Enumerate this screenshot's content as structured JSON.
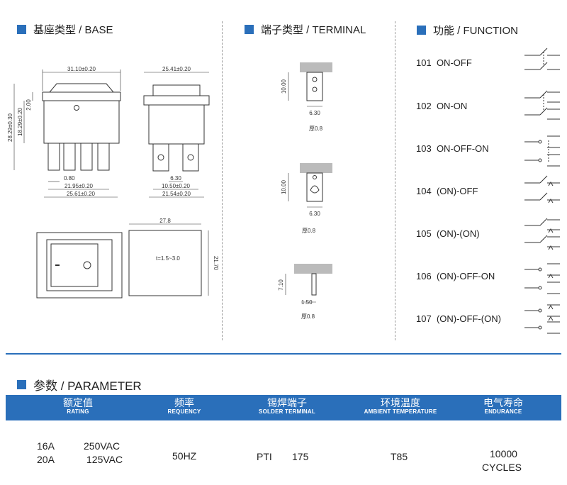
{
  "sections": {
    "base": "基座类型 / BASE",
    "terminal": "端子类型 / TERMINAL",
    "function": "功能 / FUNCTION",
    "parameter": "参数 / PARAMETER"
  },
  "base_dims": {
    "front_width": "31.10±0.20",
    "side_width": "25.41±0.20",
    "overall_height": "28.29±0.30",
    "body_height": "18.29±0.20",
    "flange": "2.00",
    "gap": "0.80",
    "front_w2": "21.95±0.20",
    "front_w3": "25.61±0.20",
    "term_w": "6.30",
    "side_w2": "10.50±0.20",
    "side_w3": "21.54±0.20",
    "cutout_w": "27.8",
    "cutout_h": "21.70",
    "panel_t": "t=1.5~3.0"
  },
  "terminals": [
    {
      "height": "10.00",
      "width": "6.30",
      "thickness": "厚0.8"
    },
    {
      "height": "10.00",
      "width": "6.30",
      "thickness": "厚0.8"
    },
    {
      "height": "7.10",
      "width": "1.50",
      "thickness": "厚0.8"
    }
  ],
  "functions": [
    {
      "code": "101",
      "name": "ON-OFF"
    },
    {
      "code": "102",
      "name": "ON-ON"
    },
    {
      "code": "103",
      "name": "ON-OFF-ON"
    },
    {
      "code": "104",
      "name": "(ON)-OFF"
    },
    {
      "code": "105",
      "name": "(ON)-(ON)"
    },
    {
      "code": "106",
      "name": " (ON)-OFF-ON"
    },
    {
      "code": "107",
      "name": "(ON)-OFF-(ON)"
    }
  ],
  "parameter": {
    "headers": [
      {
        "zh": "额定值",
        "en": "RATING"
      },
      {
        "zh": "频率",
        "en": "REQUENCY"
      },
      {
        "zh": "锡焊端子",
        "en": "SOLDER TERMINAL"
      },
      {
        "zh": "环境温度",
        "en": "AMBIENT TEMPERATURE"
      },
      {
        "zh": "电气寿命",
        "en": "ENDURANCE"
      }
    ],
    "rating": [
      {
        "current": "16A",
        "voltage": "250VAC"
      },
      {
        "current": "20A",
        "voltage": "125VAC"
      }
    ],
    "frequency": "50HZ",
    "solder_terminal": {
      "label": "PTI",
      "value": "175"
    },
    "ambient": "T85",
    "endurance": {
      "value": "10000",
      "unit": "CYCLES"
    }
  },
  "colors": {
    "accent": "#2a6fba",
    "line": "#333333"
  }
}
